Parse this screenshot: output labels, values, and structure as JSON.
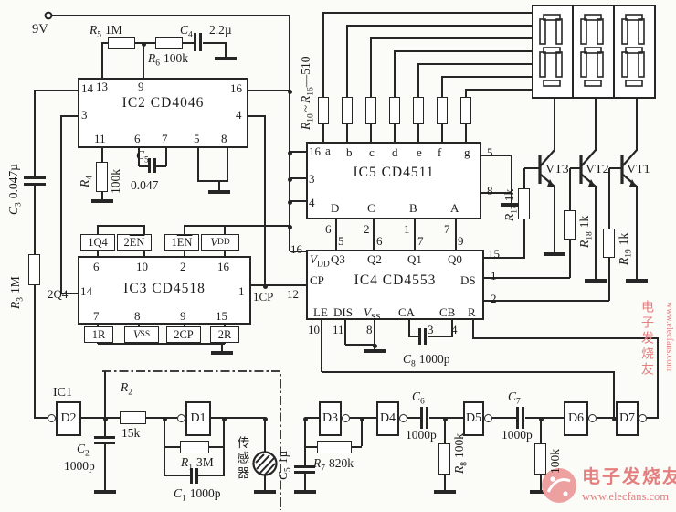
{
  "supply": {
    "label": "9V"
  },
  "top_resistors": {
    "sym1": "R",
    "sub1": "10",
    "sep": "~",
    "sym2": "R",
    "sub2": "16",
    "value": "—510"
  },
  "components": {
    "r5": {
      "sym": "R",
      "sub": "5",
      "val": "1M"
    },
    "r6": {
      "sym": "R",
      "sub": "6",
      "val": "100k"
    },
    "c4": {
      "sym": "C",
      "sub": "4",
      "val": "2.2µ"
    },
    "r4": {
      "sym": "R",
      "sub": "4",
      "val": "100k"
    },
    "c5a": {
      "sym": "C",
      "sub": "5",
      "val": "0.047"
    },
    "c3": {
      "sym": "C",
      "sub": "3",
      "val": "0.047µ"
    },
    "r3": {
      "sym": "R",
      "sub": "3",
      "val": "1M"
    },
    "r17": {
      "sym": "R",
      "sub": "17",
      "val": "1k"
    },
    "r18": {
      "sym": "R",
      "sub": "18",
      "val": "1k"
    },
    "r19": {
      "sym": "R",
      "sub": "19",
      "val": "1k"
    },
    "c8": {
      "sym": "C",
      "sub": "8",
      "val": "1000p"
    },
    "r2": {
      "sym": "R",
      "sub": "2",
      "val": "15k"
    },
    "r1": {
      "sym": "R",
      "sub": "1",
      "val": "3M"
    },
    "c1": {
      "sym": "C",
      "sub": "1",
      "val": "1000p"
    },
    "c2": {
      "sym": "C",
      "sub": "2",
      "val": "1000p"
    },
    "c5b": {
      "sym": "C",
      "sub": "5",
      "val": "1µ"
    },
    "r7": {
      "sym": "R",
      "sub": "7",
      "val": "820k"
    },
    "c6": {
      "sym": "C",
      "sub": "6",
      "val": "1000p"
    },
    "r8": {
      "sym": "R",
      "sub": "8",
      "val": "100k"
    },
    "c7": {
      "sym": "C",
      "sub": "7",
      "val": "1000p"
    },
    "r9": {
      "val": "100k"
    }
  },
  "ic2": {
    "title": "IC2 CD4046",
    "pin14": "14",
    "pin13": "13",
    "pin9": "9",
    "pin16": "16",
    "pin3": "3",
    "pin4": "4",
    "pin11": "11",
    "pin6": "6",
    "pin7": "7",
    "pin5": "5",
    "pin8": "8"
  },
  "ic3": {
    "title": "IC3 CD4518",
    "pin6": "6",
    "pin10": "10",
    "pin2": "2",
    "pin16": "16",
    "n1q4": "1Q4",
    "n2en_a": "2",
    "n2en_ov": "EN",
    "n1en_a": "1",
    "n1en_ov": "EN",
    "nvdd_a": "V",
    "nvdd_sub": "DD",
    "pin14": "14",
    "n2q4": "2Q4",
    "pin1": "1",
    "n1cp": "1CP",
    "pin7": "7",
    "pin8": "8",
    "pin9": "9",
    "pin15": "15",
    "n1r": "1R",
    "nvss_a": "V",
    "nvss_sub": "SS",
    "n2cp": "2CP",
    "n2r": "2R"
  },
  "ic5": {
    "title": "IC5 CD4511",
    "pin16": "16",
    "pin3": "3",
    "pin4": "4",
    "pin5": "5",
    "pin8": "8",
    "sega": "a",
    "segb": "b",
    "segc": "c",
    "segd": "d",
    "sege": "e",
    "segf": "f",
    "segg": "g",
    "d": "D",
    "c": "C",
    "b": "B",
    "a": "A",
    "dpin": "6",
    "cpin": "2",
    "bpin": "1",
    "apin": "7"
  },
  "ic4": {
    "title": "IC4 CD4553",
    "pin16": "16",
    "pin12": "12",
    "cp": "CP",
    "vdd_a": "V",
    "vdd_sub": "DD",
    "q3": "Q3",
    "q2": "Q2",
    "q1": "Q1",
    "q0": "Q0",
    "q3pin": "5",
    "q2pin": "6",
    "q1pin": "7",
    "q0pin": "9",
    "pin15": "15",
    "pin1": "1",
    "pin2": "2",
    "ds": "DS",
    "le": "LE",
    "dis": "DIS",
    "vss_a": "V",
    "vss_sub": "SS",
    "ca": "CA",
    "cb": "CB",
    "r": "R",
    "pin10": "10",
    "pin11": "11",
    "pin8": "8",
    "pin3": "3",
    "pin4": "4"
  },
  "gates": {
    "ic1_label": "IC1",
    "d1": "D1",
    "d2": "D2",
    "d3": "D3",
    "d4": "D4",
    "d5": "D5",
    "d6": "D6",
    "d7": "D7"
  },
  "sensor": {
    "label": "传感器"
  },
  "transistors": {
    "vt1": "VT1",
    "vt2": "VT2",
    "vt3": "VT3"
  },
  "watermark": {
    "brand": "电子发烧友",
    "url": "www.elecfans.com"
  }
}
